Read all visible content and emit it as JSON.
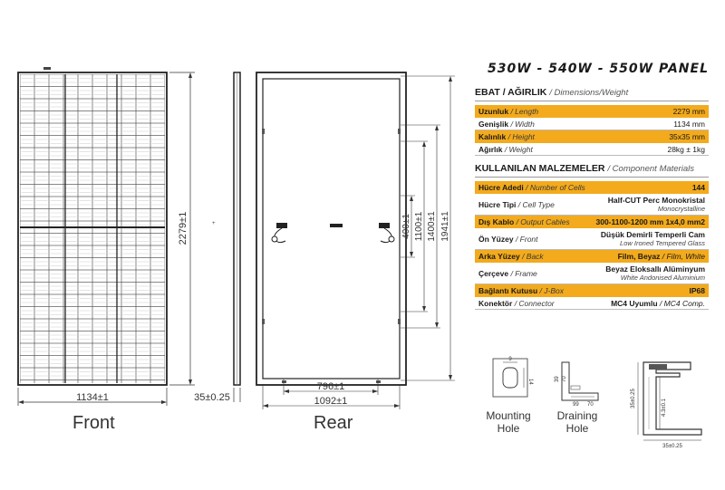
{
  "drawings": {
    "front": {
      "label": "Front",
      "width_dim": "1134±1",
      "height_dim": "2279±1"
    },
    "side": {
      "thickness_dim": "35±0.25"
    },
    "rear": {
      "label": "Rear",
      "dim_inner_width": "796±1",
      "dim_outer_width": "1092±1",
      "dim_400": "400±1",
      "dim_1100": "1100±1",
      "dim_1400": "1400±1",
      "dim_1941": "1941±1"
    }
  },
  "spec": {
    "title": "530W - 540W - 550W PANEL",
    "dimensions": {
      "heading": "EBAT / AĞIRLIK",
      "heading_en": "/ Dimensions/Weight",
      "rows": [
        {
          "label": "Uzunluk",
          "label_en": "/ Length",
          "value": "2279 mm",
          "highlight": true
        },
        {
          "label": "Genişlik",
          "label_en": "/ Width",
          "value": "1134 mm",
          "highlight": false
        },
        {
          "label": "Kalınlık",
          "label_en": "/ Height",
          "value": "35x35 mm",
          "highlight": true
        },
        {
          "label": "Ağırlık",
          "label_en": "/ Weight",
          "value": "28kg ± 1kg",
          "highlight": false
        }
      ]
    },
    "materials": {
      "heading": "KULLANILAN MALZEMELER",
      "heading_en": "/ Component Materials",
      "rows": [
        {
          "label": "Hücre Adedi",
          "label_en": "/ Number of Cells",
          "value": "144",
          "sub": "",
          "highlight": true
        },
        {
          "label": "Hücre Tipi",
          "label_en": "/ Cell Type",
          "value": "Half-CUT Perc Monokristal",
          "sub": "Monocrystalline",
          "highlight": false
        },
        {
          "label": "Dış Kablo",
          "label_en": "/ Output Cables",
          "value": "300-1100-1200 mm 1x4,0 mm2",
          "sub": "",
          "highlight": true
        },
        {
          "label": "Ön Yüzey",
          "label_en": "/ Front",
          "value": "Düşük Demirli Temperli Cam",
          "sub": "Low Ironed Tempered Glass",
          "highlight": false
        },
        {
          "label": "Arka Yüzey",
          "label_en": "/ Back",
          "value": "Film, Beyaz",
          "sub_inline": "/ Film, White",
          "sub": "",
          "highlight": true
        },
        {
          "label": "Çerçeve",
          "label_en": "/ Frame",
          "value": "Beyaz Eloksallı Alüminyum",
          "sub": "White Andonised Aluminium",
          "highlight": false
        },
        {
          "label": "Bağlantı Kutusu",
          "label_en": "/ J-Box",
          "value": "IP68",
          "sub": "",
          "highlight": true
        },
        {
          "label": "Konektör",
          "label_en": "/ Connector",
          "value": "MC4 Uyumlu",
          "sub_inline": "/ MC4 Comp.",
          "sub": "",
          "highlight": false
        }
      ]
    }
  },
  "details": {
    "mounting": {
      "label_line1": "Mounting",
      "label_line2": "Hole",
      "dim_top": "9",
      "dim_side": "14"
    },
    "draining": {
      "label_line1": "Draining",
      "label_line2": "Hole",
      "dim_a": "39",
      "dim_b": "70",
      "dim_c": "99",
      "dim_d": "70"
    },
    "frame": {
      "dim_height": "35±0.25",
      "dim_inner": "4.3±0.1",
      "dim_width": "35±0.25"
    }
  },
  "colors": {
    "accent": "#f3aa1c",
    "line": "#333333"
  }
}
